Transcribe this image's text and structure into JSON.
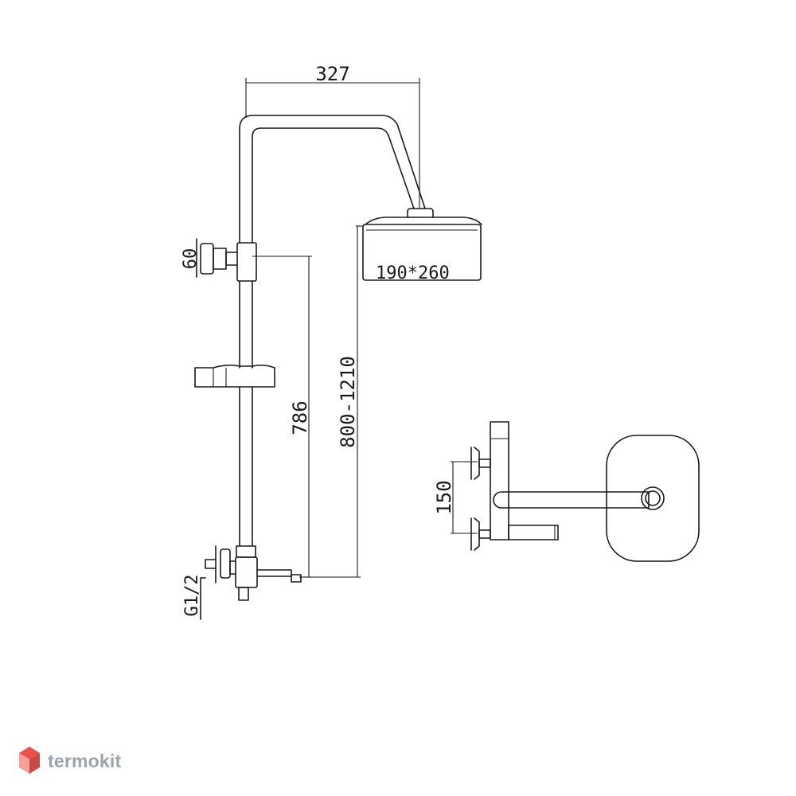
{
  "dimensions": {
    "top_width": "327",
    "head_size": "190*260",
    "holder_height": "786",
    "range": "800-1210",
    "side_offset": "60",
    "thread": "G1/2",
    "mixer_spacing": "150"
  },
  "watermark": {
    "brand": "termokit",
    "colors": {
      "logo_top": "#e8524a",
      "logo_left": "#f2a09a",
      "logo_right": "#c94a45",
      "text": "#9aa3ad"
    }
  }
}
